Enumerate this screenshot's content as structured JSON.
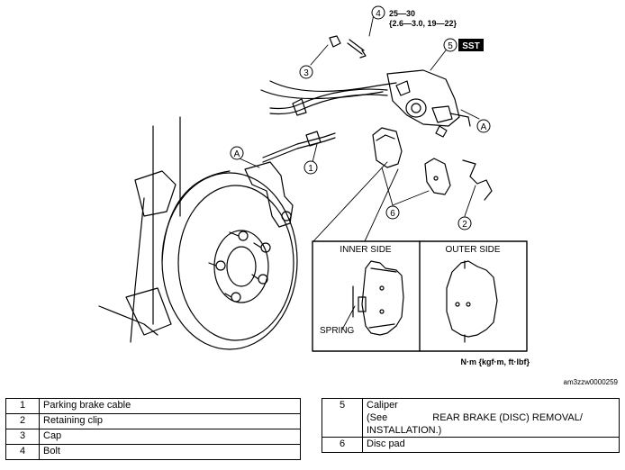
{
  "diagram": {
    "callouts": [
      "1",
      "2",
      "3",
      "4",
      "5",
      "6"
    ],
    "ref_mark": "A",
    "sst_label": "SST",
    "torque_spec": [
      "25—30",
      "{2.6—3.0, 19—22}"
    ],
    "inset_left_title": "INNER SIDE",
    "inset_right_title": "OUTER SIDE",
    "spring_label": "SPRING",
    "units_note": "N·m {kgf·m, ft·lbf}",
    "figure_code": "am3zzw0000259"
  },
  "parts_left": [
    {
      "num": "1",
      "name": "Parking brake cable"
    },
    {
      "num": "2",
      "name": "Retaining clip"
    },
    {
      "num": "3",
      "name": "Cap"
    },
    {
      "num": "4",
      "name": "Bolt"
    }
  ],
  "parts_right": [
    {
      "num": "5",
      "line1": "Caliper",
      "line2_prefix": "(See",
      "line2_ref": "REAR BRAKE (DISC) REMOVAL/",
      "line3": "INSTALLATION.)"
    },
    {
      "num": "6",
      "name": "Disc pad"
    }
  ]
}
